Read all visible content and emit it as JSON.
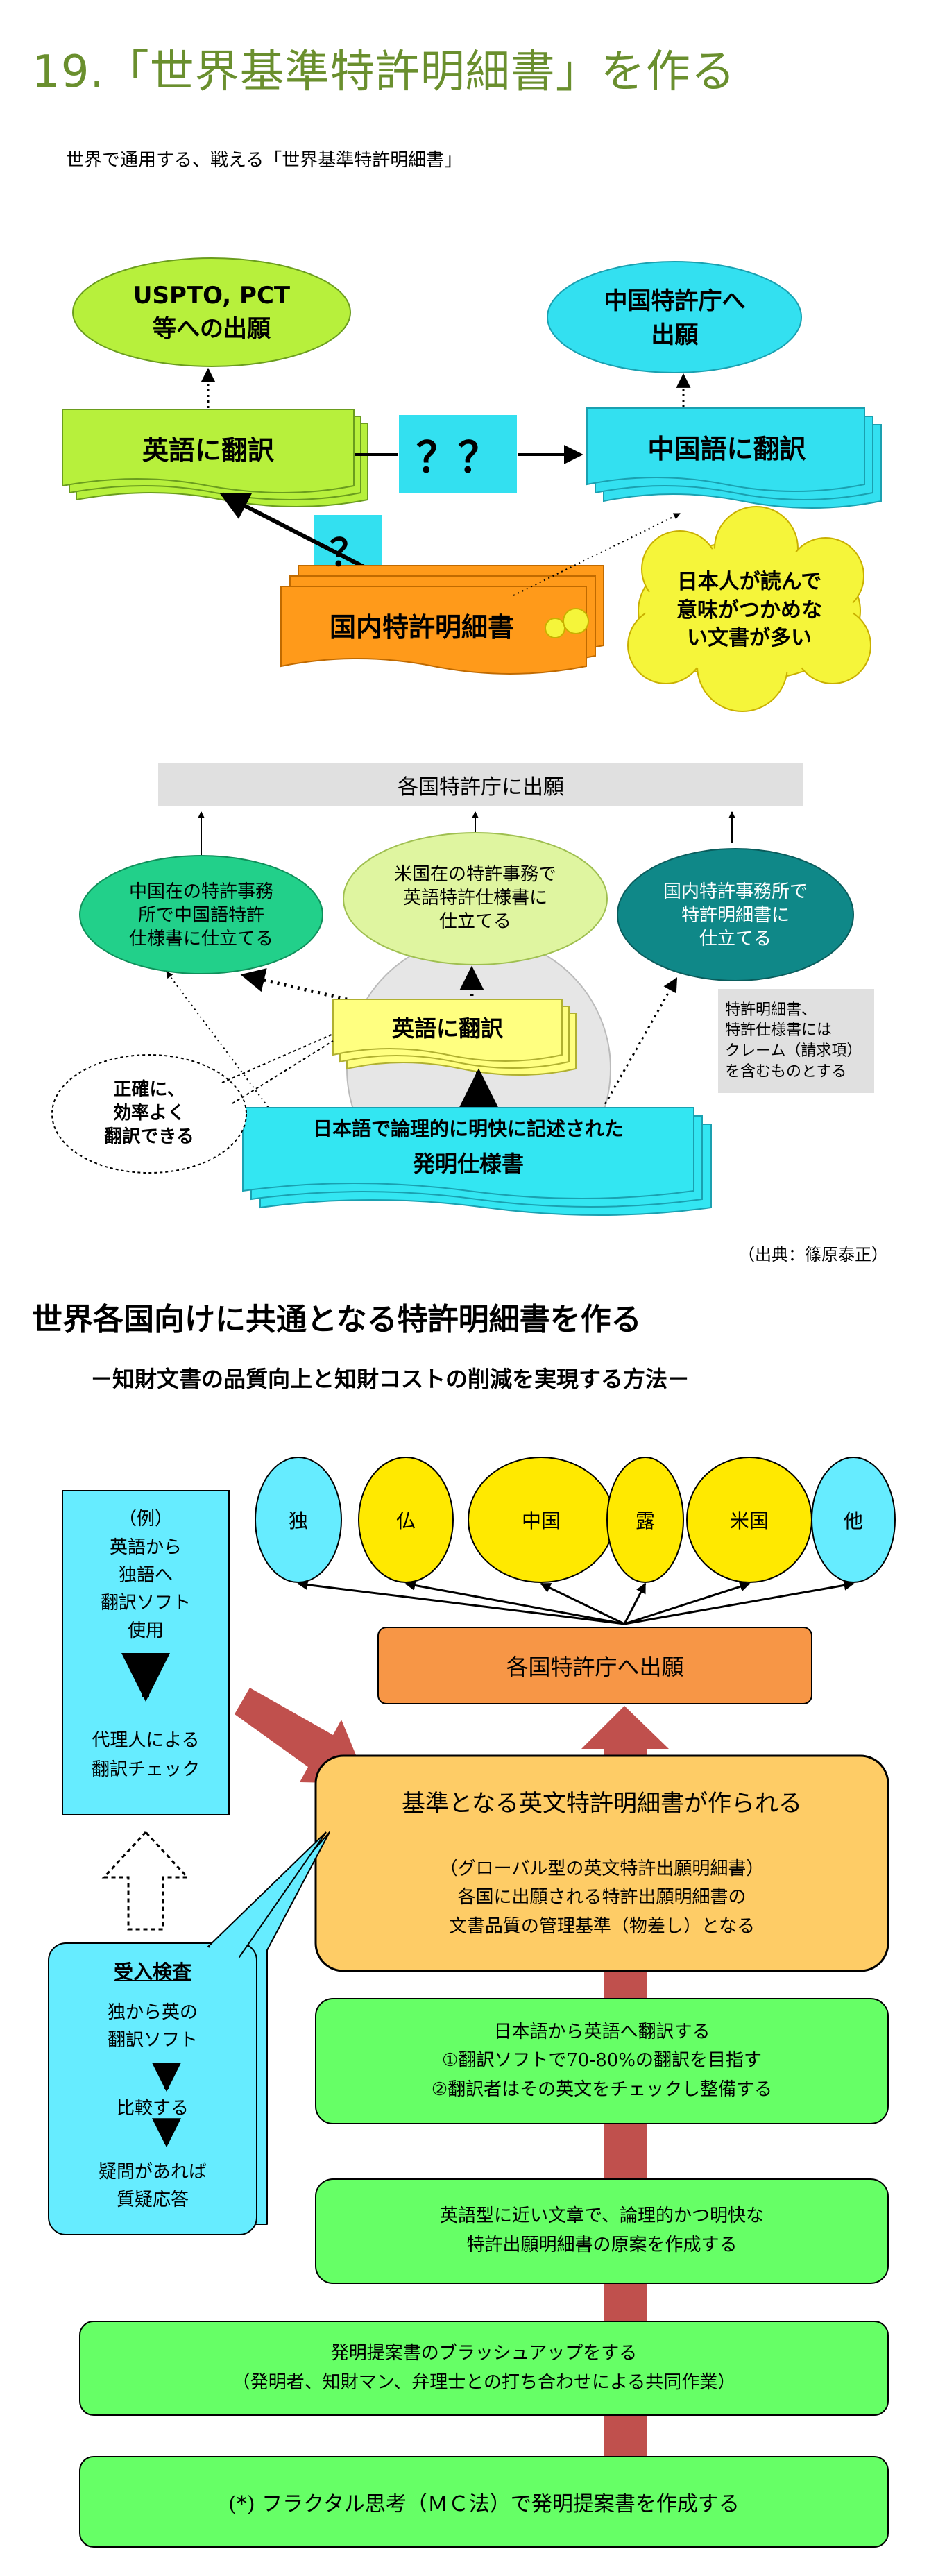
{
  "header": {
    "title": "19.「世界基準特許明細書」を作る",
    "subtitle": "世界で通用する、戦える「世界基準特許明細書」"
  },
  "diagram1": {
    "uspto": "USPTO, PCT\n等への出願",
    "china_office": "中国特許庁へ\n出願",
    "english_translation": "英語に翻訳",
    "question_big": "？？",
    "chinese_translation": "中国語に翻訳",
    "question_small": "？",
    "domestic_spec": "国内特許明細書",
    "cloud_note": "日本人が読んで\n意味がつかめな\nい文書が多い"
  },
  "diagram2": {
    "top_bar": "各国特許庁に出願",
    "china_firm": "中国在の特許事務\n所で中国語特許\n仕様書に仕立てる",
    "us_firm": "米国在の特許事務で\n英語特許仕様書に\n仕立てる",
    "domestic_firm": "国内特許事務所で\n特許明細書に\n仕立てる",
    "english_translation": "英語に翻訳",
    "accurate_note": "正確に、\n効率よく\n翻訳できる",
    "invention_spec_line1": "日本語で論理的に明快に記述された",
    "invention_spec_line2": "発明仕様書",
    "side_note": "特許明細書、\n特許仕様書には\nクレーム（請求項）\nを含むものとする",
    "source": "（出典：篠原泰正）"
  },
  "section2": {
    "title": "世界各国向けに共通となる特許明細書を作る",
    "subtitle": "－知財文書の品質向上と知財コストの削減を実現する方法－"
  },
  "diagram3": {
    "countries": [
      "独",
      "仏",
      "中国",
      "露",
      "米国",
      "他"
    ],
    "example_box": {
      "line1": "（例）\n英語から\n独語へ\n翻訳ソフト\n使用",
      "line2": "代理人による\n翻訳チェック"
    },
    "filing": "各国特許庁へ出願",
    "standard_title": "基準となる英文特許明細書が作られる",
    "standard_body": "（グローバル型の英文特許出願明細書）\n各国に出願される特許出願明細書の\n文書品質の管理基準（物差し）となる",
    "acceptance": {
      "title": "受入検査",
      "step1": "独から英の\n翻訳ソフト",
      "step2": "比較する",
      "step3": "疑問があれば\n質疑応答"
    },
    "step_translate": "日本語から英語へ翻訳する\n①翻訳ソフトで70-80%の翻訳を目指す\n②翻訳者はその英文をチェックし整備する",
    "step_draft": "英語型に近い文章で、論理的かつ明快な\n特許出願明細書の原案を作成する",
    "step_brushup": "発明提案書のブラッシュアップをする\n（発明者、知財マン、弁理士との打ち合わせによる共同作業）",
    "step_fractal": "(*)  フラクタル思考（ＭＣ法）で発明提案書を作成する"
  }
}
